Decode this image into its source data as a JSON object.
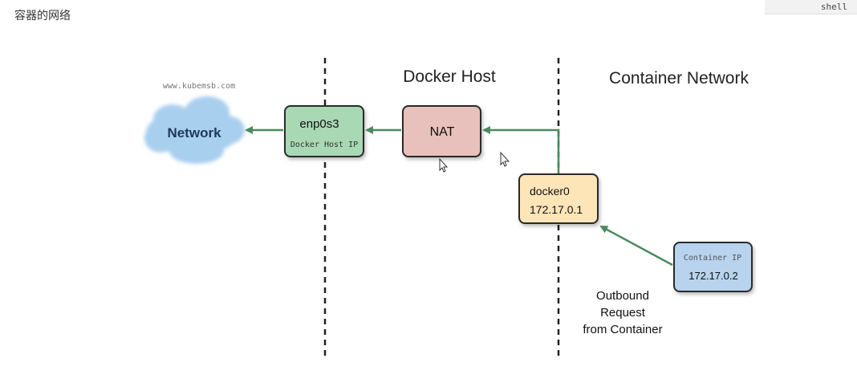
{
  "page": {
    "title": "容器的网络",
    "code_lang": "shell"
  },
  "diagram": {
    "section_docker_host": "Docker Host",
    "section_container_network": "Container Network",
    "watermark": "www.kubemsb.com",
    "network_cloud_label": "Network",
    "enp0s3": {
      "name": "enp0s3",
      "sub": "Docker Host IP"
    },
    "nat_label": "NAT",
    "docker0": {
      "name": "docker0",
      "ip": "172.17.0.1"
    },
    "container": {
      "title": "Container IP",
      "ip": "172.17.0.2"
    },
    "outbound_note": [
      "Outbound",
      "Request",
      "from Container"
    ],
    "colors": {
      "arrow": "#4a8a5e",
      "enp0s3_fill": "#a8d8b4",
      "nat_fill": "#e8c0bc",
      "docker0_fill": "#fde5b8",
      "container_fill": "#b7d3ee",
      "cloud_fill": "#a9cfee"
    }
  }
}
